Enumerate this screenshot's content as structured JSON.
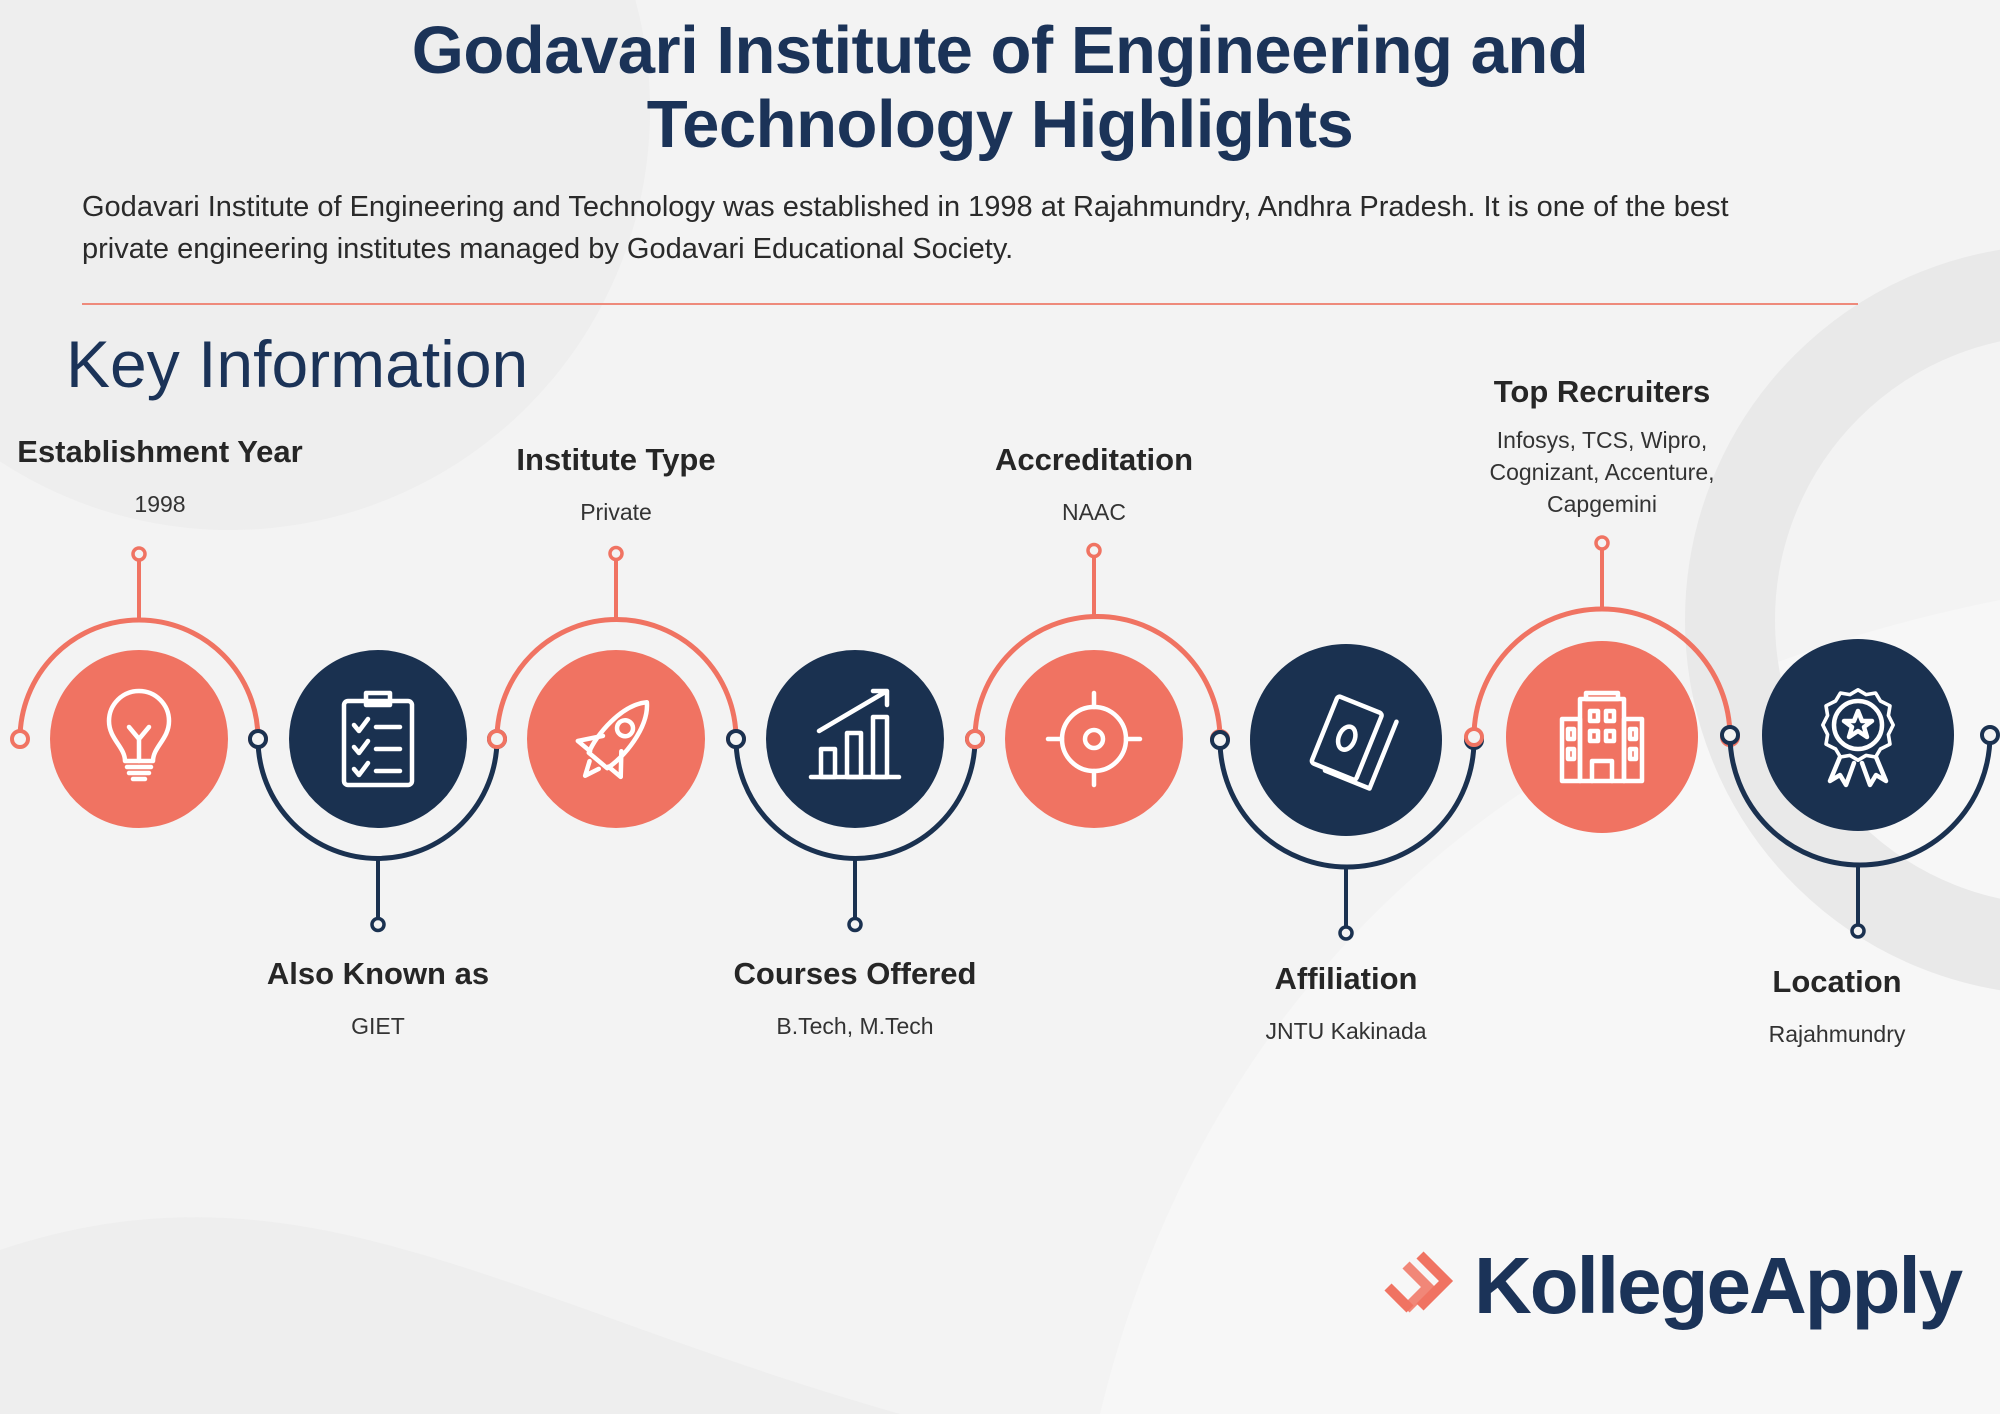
{
  "header": {
    "title_line1": "Godavari Institute of Engineering and",
    "title_line2": "Technology Highlights",
    "description": "Godavari Institute of Engineering and Technology was established in 1998 at Rajahmundry, Andhra Pradesh. It is one of the best private engineering institutes managed by Godavari Educational Society."
  },
  "section_title": "Key Information",
  "colors": {
    "coral": "#f07362",
    "navy": "#1a3150",
    "background": "#f3f3f3"
  },
  "items": [
    {
      "label": "Establishment Year",
      "value": "1998",
      "icon": "lightbulb-icon",
      "color": "coral",
      "position": "top"
    },
    {
      "label": "Also Known as",
      "value": "GIET",
      "icon": "clipboard-checklist-icon",
      "color": "navy",
      "position": "bottom"
    },
    {
      "label": "Institute Type",
      "value": "Private",
      "icon": "rocket-icon",
      "color": "coral",
      "position": "top"
    },
    {
      "label": "Courses Offered",
      "value": "B.Tech, M.Tech",
      "icon": "growth-chart-icon",
      "color": "navy",
      "position": "bottom"
    },
    {
      "label": "Accreditation",
      "value": "NAAC",
      "icon": "target-icon",
      "color": "coral",
      "position": "top"
    },
    {
      "label": "Affiliation",
      "value": "JNTU Kakinada",
      "icon": "money-icon",
      "color": "navy",
      "position": "bottom"
    },
    {
      "label": "Top Recruiters",
      "value": "Infosys, TCS, Wipro, Cognizant, Accenture, Capgemini",
      "icon": "building-icon",
      "color": "coral",
      "position": "top"
    },
    {
      "label": "Location",
      "value": "Rajahmundry",
      "icon": "award-ribbon-icon",
      "color": "navy",
      "position": "bottom"
    }
  ],
  "brand": {
    "name": "KollegeApply"
  }
}
